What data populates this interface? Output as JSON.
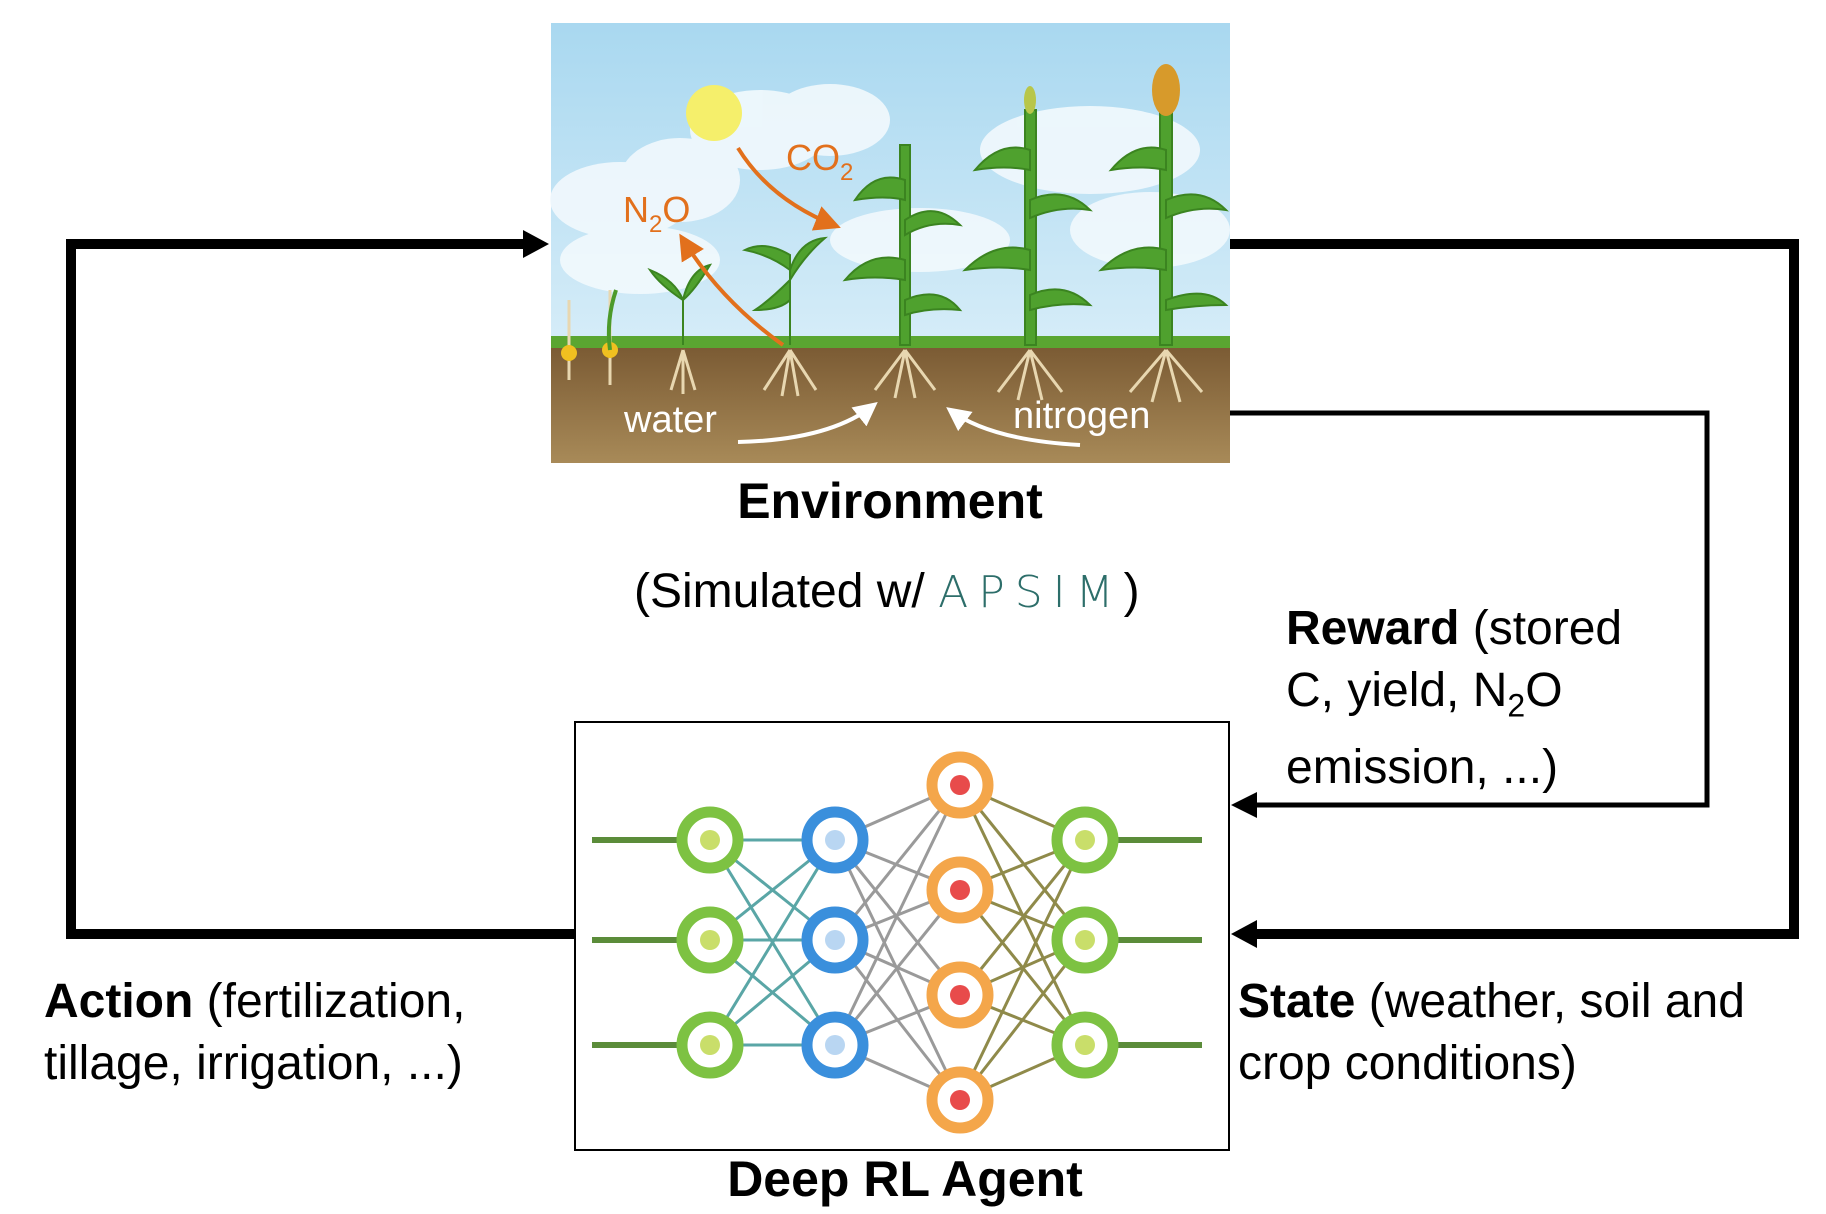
{
  "environment": {
    "title": "Environment",
    "subtitle_prefix": "(Simulated w/",
    "subtitle_suffix": ")",
    "logo_text": "APSIM",
    "scene_labels": {
      "co2": "CO",
      "co2_sub": "2",
      "n2o_n": "N",
      "n2o_sub": "2",
      "n2o_o": "O",
      "water": "water",
      "nitrogen": "nitrogen"
    }
  },
  "agent": {
    "title": "Deep RL Agent"
  },
  "reward": {
    "label": "Reward",
    "detail_1": " (stored",
    "detail_2": "C, yield, N",
    "detail_2_sub": "2",
    "detail_2_end": "O",
    "detail_3": "emission, ...)"
  },
  "state": {
    "label": "State",
    "detail_1": " (weather, soil and",
    "detail_2": "crop conditions)"
  },
  "action": {
    "label": "Action",
    "detail_1": " (fertilization,",
    "detail_2": "tillage, irrigation, ...)"
  },
  "colors": {
    "arrow": "#000000",
    "sky_top": "#b9dff2",
    "soil": "#8c6b3f",
    "grass": "#5aa631",
    "gas_arrow": "#e2701c",
    "node_green": "#7dc242",
    "node_blue": "#3a8fdc",
    "node_orange": "#f4a64a",
    "node_red_core": "#e84b4b"
  }
}
